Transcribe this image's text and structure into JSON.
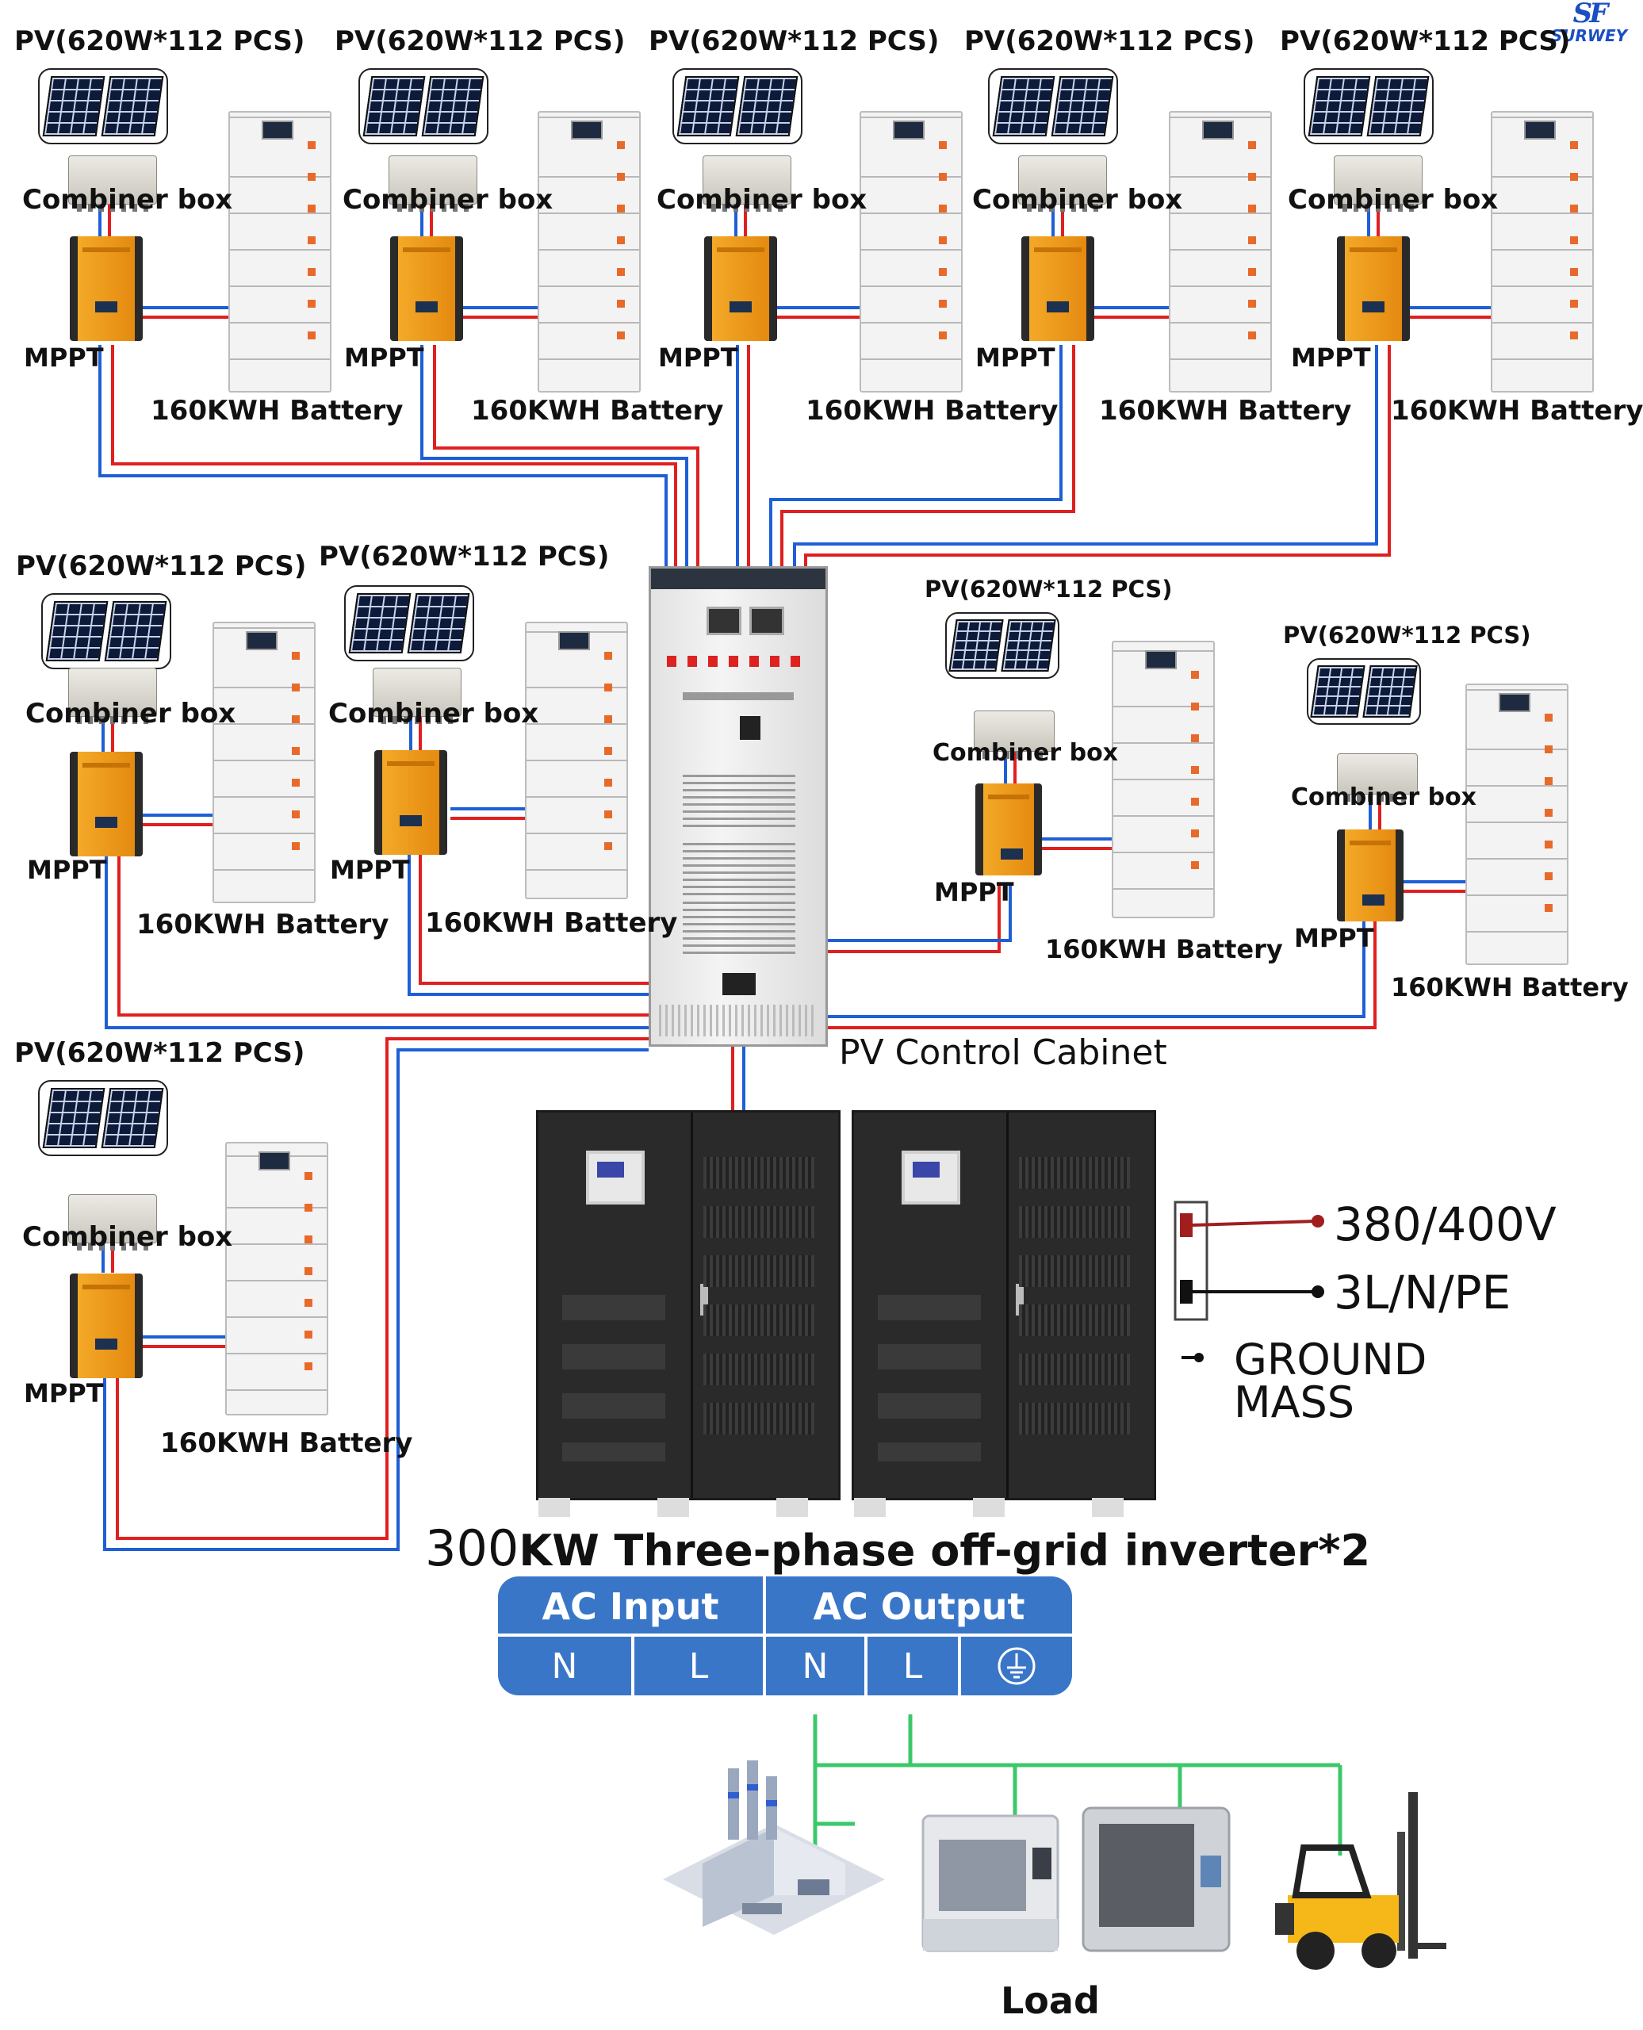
{
  "logo": {
    "mark": "SF",
    "name": "SURWEY"
  },
  "units": [
    {
      "pv": "PV(620W*112 PCS)",
      "combiner": "Combiner box",
      "mppt": "MPPT",
      "battery": "160KWH Battery"
    },
    {
      "pv": "PV(620W*112 PCS)",
      "combiner": "Combiner box",
      "mppt": "MPPT",
      "battery": "160KWH Battery"
    },
    {
      "pv": "PV(620W*112 PCS)",
      "combiner": "Combiner box",
      "mppt": "MPPT",
      "battery": "160KWH Battery"
    },
    {
      "pv": "PV(620W*112 PCS)",
      "combiner": "Combiner box",
      "mppt": "MPPT",
      "battery": "160KWH Battery"
    },
    {
      "pv": "PV(620W*112 PCS)",
      "combiner": "Combiner box",
      "mppt": "MPPT",
      "battery": "160KWH Battery"
    },
    {
      "pv": "PV(620W*112 PCS)",
      "combiner": "Combiner box",
      "mppt": "MPPT",
      "battery": "160KWH Battery"
    },
    {
      "pv": "PV(620W*112 PCS)",
      "combiner": "Combiner box",
      "mppt": "MPPT",
      "battery": "160KWH Battery"
    },
    {
      "pv": "PV(620W*112 PCS)",
      "combiner": "Combiner box",
      "mppt": "MPPT",
      "battery": "160KWH Battery"
    },
    {
      "pv": "PV(620W*112 PCS)",
      "combiner": "Combiner box",
      "mppt": "MPPT",
      "battery": "160KWH Battery"
    },
    {
      "pv": "PV(620W*112 PCS)",
      "combiner": "Combiner box",
      "mppt": "MPPT",
      "battery": "160KWH Battery"
    }
  ],
  "cabinet_label": "PV Control Cabinet",
  "grid": {
    "voltage": "380/400V",
    "phases": "3L/N/PE",
    "ground_line1": "GROUND",
    "ground_line2": "MASS"
  },
  "inverter_caption": {
    "power": "300",
    "text": "KW Three-phase off-grid inverter*2"
  },
  "ac_terminals": {
    "input_label": "AC Input",
    "output_label": "AC Output",
    "cells": [
      "N",
      "L",
      "N",
      "L"
    ]
  },
  "load_label": "Load",
  "colors": {
    "positive": "#e02020",
    "negative": "#1f5fd6",
    "ac_line": "#3cc86a",
    "bar_blue": "#3a76c8"
  }
}
